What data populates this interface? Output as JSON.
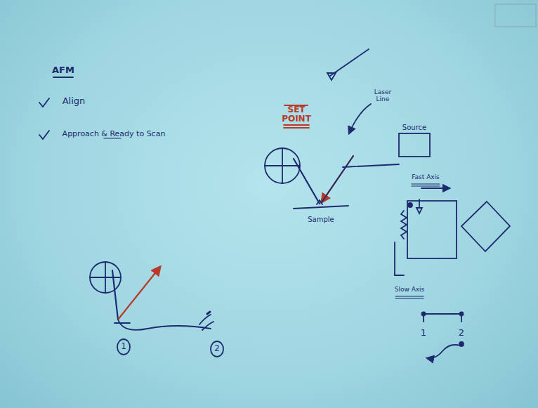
{
  "diagram": {
    "title": "AFM",
    "labels": [
      "Align",
      "Approach & Ready to Scan",
      "SET POINT",
      "Laser Line",
      "Source",
      "Sample",
      "Fast Axis",
      "Slow Axis",
      "1",
      "2",
      "1",
      "2"
    ]
  }
}
